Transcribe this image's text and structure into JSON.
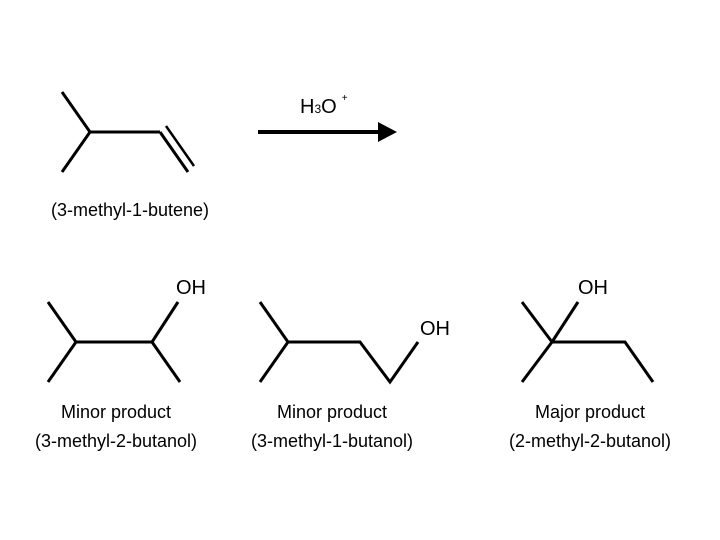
{
  "reaction": {
    "reagent": {
      "main_h": "H",
      "subscript": "3",
      "main_o": "O",
      "charge": "+"
    },
    "reactant": {
      "name": "(3-methyl-1-butene)"
    },
    "products": [
      {
        "role": "Minor product",
        "name": "(3-methyl-2-butanol)",
        "group": "OH"
      },
      {
        "role": "Minor product",
        "name": "(3-methyl-1-butanol)",
        "group": "OH"
      },
      {
        "role": "Major product",
        "name": "(2-methyl-2-butanol)",
        "group": "OH"
      }
    ]
  },
  "colors": {
    "ink": "#000000",
    "background": "#ffffff"
  }
}
